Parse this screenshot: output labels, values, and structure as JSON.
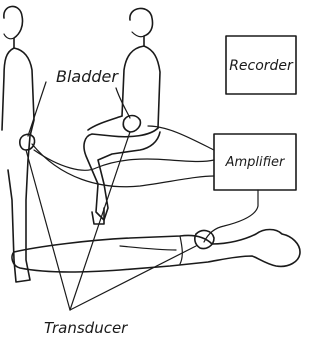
{
  "labels": {
    "bladder": "Bladder",
    "recorder": "Recorder",
    "amplifier": "Amplifier",
    "transducer": "Transducer"
  }
}
